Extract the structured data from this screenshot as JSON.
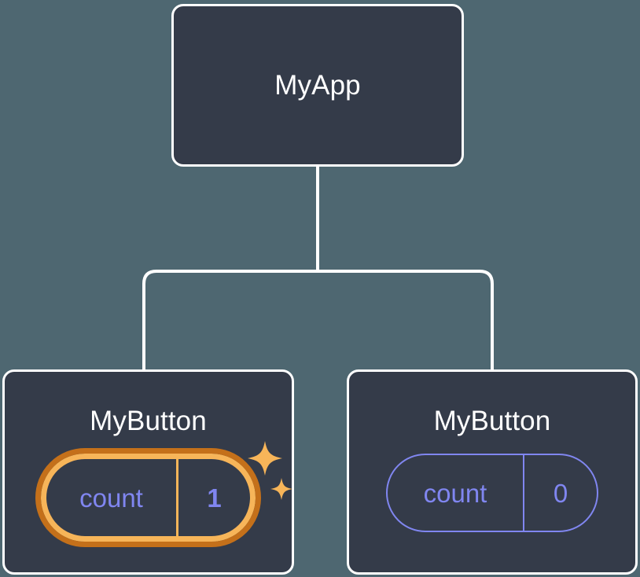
{
  "diagram": {
    "type": "component-tree",
    "title_visible": false,
    "colors": {
      "background": "#4E6771",
      "node_fill": "#343B49",
      "node_border": "#FFFFFF",
      "connector": "#FFFFFF",
      "state_text": "#8086F0",
      "highlight_ring_outer": "#C4701A",
      "highlight_ring_inner": "#F7B559",
      "sparkle": "#F7B559"
    },
    "root": {
      "label": "MyApp"
    },
    "children": [
      {
        "label": "MyButton",
        "state_key": "count",
        "state_value": "1",
        "highlighted": true,
        "sparkles": true,
        "sparkle_icons": [
          "sparkle-large-icon",
          "sparkle-small-icon"
        ]
      },
      {
        "label": "MyButton",
        "state_key": "count",
        "state_value": "0",
        "highlighted": false,
        "sparkles": false
      }
    ]
  }
}
